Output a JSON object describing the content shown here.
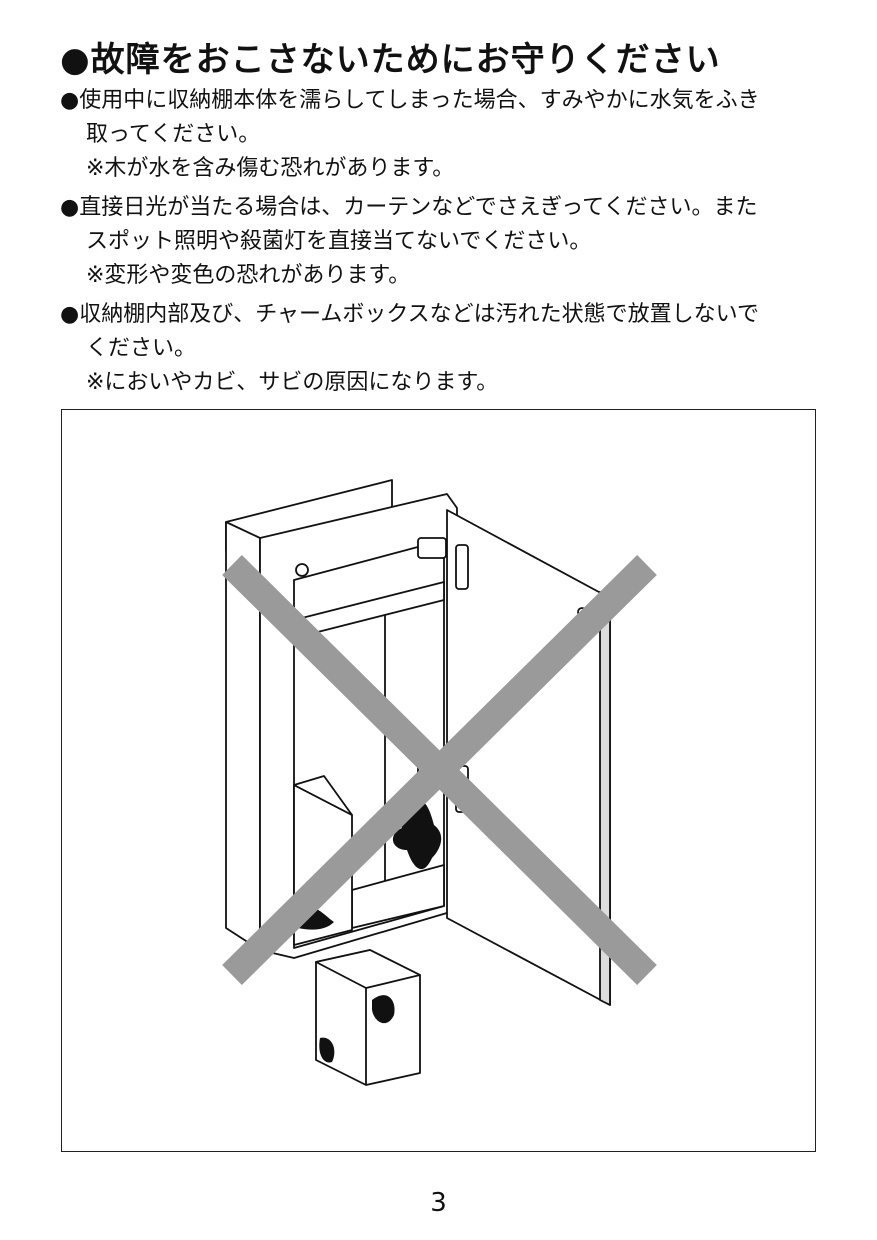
{
  "title": "●故障をおこさないためにお守りください",
  "items": [
    {
      "lines": [
        "●使用中に収納棚本体を濡らしてしまった場合、すみやかに水気をふき",
        "取ってください。"
      ],
      "note": "※木が水を含み傷む恐れがあります。"
    },
    {
      "lines": [
        "●直接日光が当たる場合は、カーテンなどでさえぎってください。また",
        "スポット照明や殺菌灯を直接当てないでください。"
      ],
      "note": "※変形や変色の恐れがあります。"
    },
    {
      "lines": [
        "●収納棚内部及び、チャームボックスなどは汚れた状態で放置しないで",
        "ください。"
      ],
      "note": "※においやカビ、サビの原因になります。"
    }
  ],
  "figure": {
    "subject": "cabinet-with-dirt-stains",
    "mark": "prohibition-x",
    "mark_color": "#9a9a9a"
  },
  "page_number": "3"
}
